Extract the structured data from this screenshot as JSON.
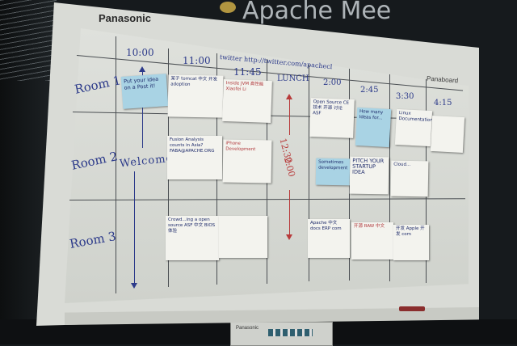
{
  "banner": {
    "text": "Apache Mee"
  },
  "board": {
    "brand": "Panasonic",
    "brand_right": "Panaboard",
    "header_note": "twitter  http://twitter.com/apachecl",
    "times": [
      "10:00",
      "11:00",
      "11:45",
      "LUNCH",
      "2:00",
      "2:45",
      "3:30",
      "4:15"
    ],
    "rooms": [
      "Room 1",
      "Room 2",
      "Room 3"
    ],
    "welcome": "Welcome",
    "lunch_times": [
      "12:30",
      "2:00"
    ]
  },
  "notes": {
    "n1": "Put your idea on a Post it!",
    "n2": "某子 tomcat 中文 开发 adoption",
    "n3": "Inside JVM 高性能 Xiaofei Li",
    "n4": "Open Source CE 技术 开源 讨论 ASF",
    "n5": "How many Ideas for...",
    "n6": "Linux Documentation",
    "n7": "Fusion Analysis counts in Asia? FABA@APACHE.ORG",
    "n8": "iPhone Development",
    "n9": "Sometimes development",
    "n10": "PITCH YOUR STARTUP IDEA",
    "n11": "Cloud...",
    "n12": "Crowd...ing a open source ASF 中文 BIOS 体验",
    "n13": "Apache 中文 docs ERP com",
    "n14": "开源 RAW 中文",
    "n15": "开发 Apple 开发 com"
  },
  "stand": {
    "brand": "Panasonic"
  }
}
